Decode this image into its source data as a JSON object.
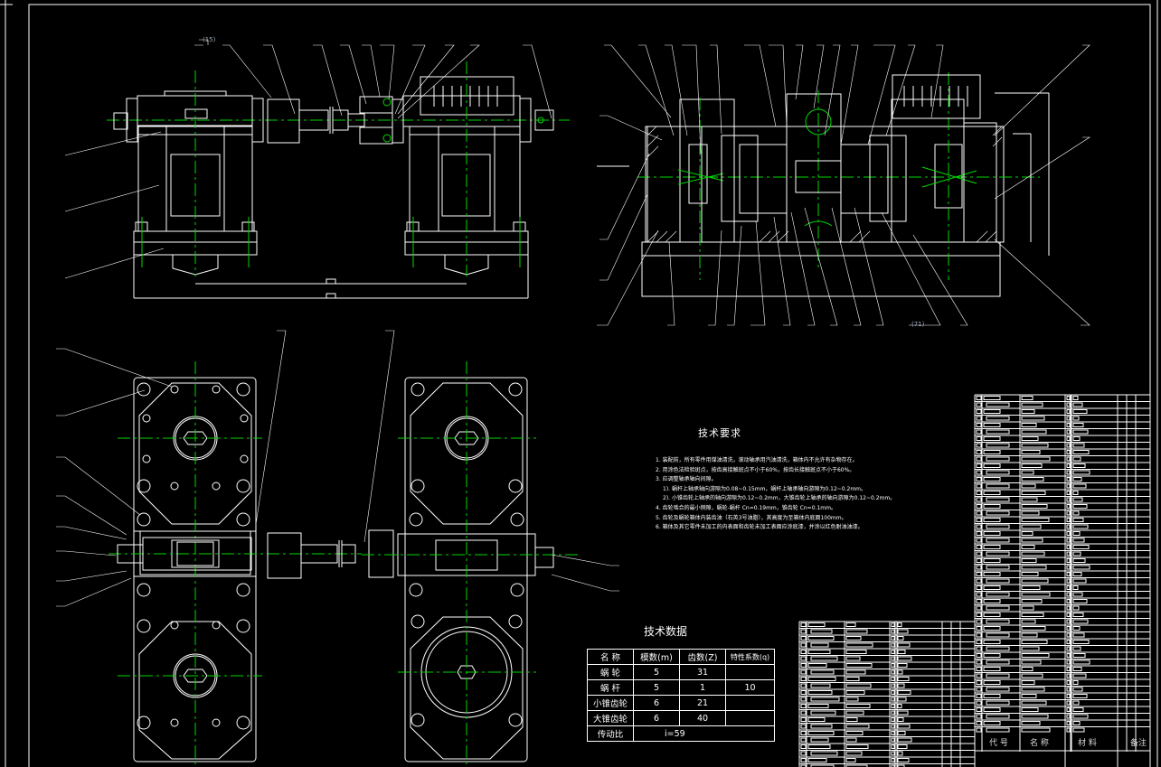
{
  "drawing": {
    "type": "assembly drawing",
    "subject": "worm gear and bevel gear reducer",
    "leader_callouts": [
      "(15)",
      "(71)"
    ]
  },
  "technical_requirements": {
    "title": "技术要求",
    "items": [
      "1. 装配前，所有零件用煤油清洗，滚动轴承用汽油清洗，箱体内不允许有杂物存在。",
      "2. 用涂色法检验斑点，按齿高接触斑点不小于60%，按齿长接触斑点不小于60%。",
      "3. 应调整轴承轴向间隙。",
      "   1). 蜗杆上轴承轴向游隙为0.08~0.15mm，蜗杆上轴承轴向游隙为0.12~0.2mm。",
      "   2). 小锥齿轮上轴承的轴向游隙为0.12~0.2mm，大锥齿轮上轴承的轴向游隙为0.12~0.2mm。",
      "4. 齿轮啮合的最小侧隙，蜗轮-蜗杆 Cn=0.19mm，锥齿轮 Cn=0.1mm。",
      "5. 齿轮及蜗轮箱体内装齿油（石英3号油脂），其高度为至箱体内底面100mm。",
      "6. 箱体及其它零件未加工的内表面和齿轮未加工表面应涂底漆，并涂以红色耐油油漆。"
    ]
  },
  "technical_data": {
    "title": "技术数据",
    "headers": [
      "名 称",
      "模数(m)",
      "齿数(Z)",
      "特性系数(q)"
    ],
    "rows": [
      {
        "name": "蜗 轮",
        "module": "5",
        "teeth": "31",
        "q": ""
      },
      {
        "name": "蜗 杆",
        "module": "5",
        "teeth": "1",
        "q": "10"
      },
      {
        "name": "小锥齿轮",
        "module": "6",
        "teeth": "21",
        "q": ""
      },
      {
        "name": "大锥齿轮",
        "module": "6",
        "teeth": "40",
        "q": ""
      }
    ],
    "ratio_label": "传动比",
    "ratio_value": "i=59"
  },
  "bom": {
    "headers": [
      "代 号",
      "名 称",
      "材 料",
      "备注"
    ]
  },
  "colors": {
    "background": "#000000",
    "lines": "#ffffff",
    "centerlines": "#00d800"
  }
}
